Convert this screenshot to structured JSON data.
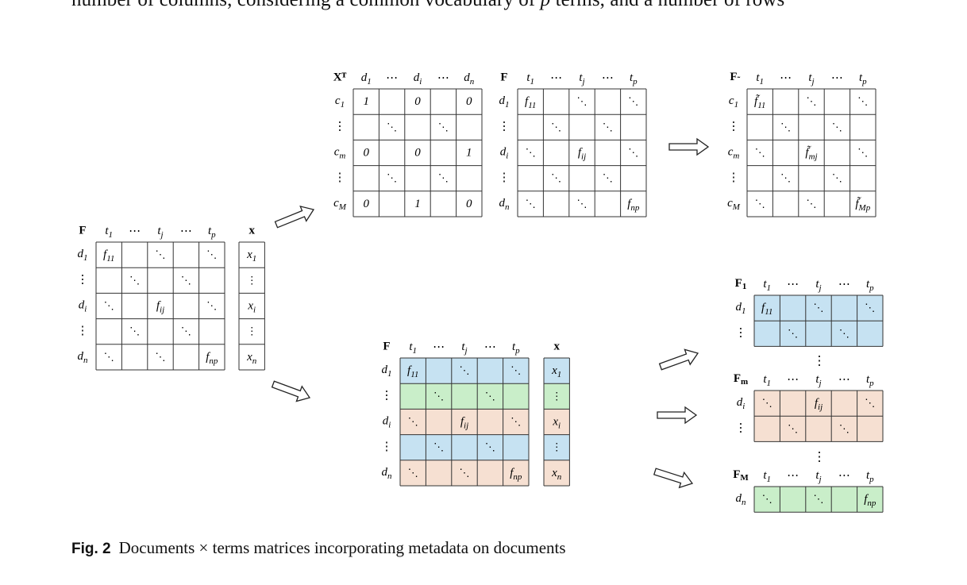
{
  "intro": {
    "before": "number of columns, considering a common vocabulary of ",
    "var": "p",
    "after": " terms, and a number of rows"
  },
  "caption": {
    "label": "Fig. 2",
    "text": "Documents × terms matrices incorporating metadata on documents"
  },
  "colors": {
    "blue": "#c6e2f2",
    "green": "#c9eec9",
    "peach": "#f6e0d2",
    "line": "#333333"
  },
  "figure": {
    "matrices": [
      {
        "id": "F-left",
        "name": "F",
        "cols": [
          "t1",
          "⋯",
          "tj",
          "⋯",
          "tp"
        ],
        "rows": [
          "d1",
          "⋮",
          "di",
          "⋮",
          "dn"
        ],
        "cells": [
          [
            "f11",
            "",
            "⋱",
            "",
            "⋱"
          ],
          [
            "",
            "⋱",
            "",
            "⋱",
            ""
          ],
          [
            "⋱",
            "",
            "fij",
            "",
            "⋱"
          ],
          [
            "",
            "⋱",
            "",
            "⋱",
            ""
          ],
          [
            "⋱",
            "",
            "⋱",
            "",
            "fnp"
          ]
        ]
      },
      {
        "id": "x-left",
        "name": "x",
        "cols": [],
        "rows": [],
        "cells": [
          [
            "x1"
          ],
          [
            "⋮"
          ],
          [
            "xi"
          ],
          [
            "⋮"
          ],
          [
            "xn"
          ]
        ]
      },
      {
        "id": "XT",
        "name": "Xᵀ",
        "cols": [
          "d1",
          "⋯",
          "di",
          "⋯",
          "dn"
        ],
        "rows": [
          "c1",
          "⋮",
          "cm",
          "⋮",
          "cM"
        ],
        "cells": [
          [
            "1",
            "",
            "0",
            "",
            "0"
          ],
          [
            "",
            "⋱",
            "",
            "⋱",
            ""
          ],
          [
            "0",
            "",
            "0",
            "",
            "1"
          ],
          [
            "",
            "⋱",
            "",
            "⋱",
            ""
          ],
          [
            "0",
            "",
            "1",
            "",
            "0"
          ]
        ]
      },
      {
        "id": "F-top",
        "name": "F",
        "cols": [
          "t1",
          "⋯",
          "tj",
          "⋯",
          "tp"
        ],
        "rows": [
          "d1",
          "⋮",
          "di",
          "⋮",
          "dn"
        ],
        "cells": [
          [
            "f11",
            "",
            "⋱",
            "",
            "⋱"
          ],
          [
            "",
            "⋱",
            "",
            "⋱",
            ""
          ],
          [
            "⋱",
            "",
            "fij",
            "",
            "⋱"
          ],
          [
            "",
            "⋱",
            "",
            "⋱",
            ""
          ],
          [
            "⋱",
            "",
            "⋱",
            "",
            "fnp"
          ]
        ]
      },
      {
        "id": "Ftilde",
        "name": "F̃",
        "cols": [
          "t1",
          "⋯",
          "tj",
          "⋯",
          "tp"
        ],
        "rows": [
          "c1",
          "⋮",
          "cm",
          "⋮",
          "cM"
        ],
        "cells": [
          [
            "f̃11",
            "",
            "⋱",
            "",
            "⋱"
          ],
          [
            "",
            "⋱",
            "",
            "⋱",
            ""
          ],
          [
            "⋱",
            "",
            "f̃mj",
            "",
            "⋱"
          ],
          [
            "",
            "⋱",
            "",
            "⋱",
            ""
          ],
          [
            "⋱",
            "",
            "⋱",
            "",
            "f̃Mp"
          ]
        ]
      },
      {
        "id": "F-mid",
        "name": "F",
        "cols": [
          "t1",
          "⋯",
          "tj",
          "⋯",
          "tp"
        ],
        "rows": [
          "d1",
          "⋮",
          "di",
          "⋮",
          "dn"
        ],
        "rowColors": [
          "blue",
          "green",
          "peach",
          "blue",
          "peach"
        ],
        "cells": [
          [
            "f11",
            "",
            "⋱",
            "",
            "⋱"
          ],
          [
            "",
            "⋱",
            "",
            "⋱",
            ""
          ],
          [
            "⋱",
            "",
            "fij",
            "",
            "⋱"
          ],
          [
            "",
            "⋱",
            "",
            "⋱",
            ""
          ],
          [
            "⋱",
            "",
            "⋱",
            "",
            "fnp"
          ]
        ]
      },
      {
        "id": "x-mid",
        "name": "x",
        "cols": [],
        "rows": [],
        "rowColors": [
          "blue",
          "green",
          "peach",
          "blue",
          "peach"
        ],
        "cells": [
          [
            "x1"
          ],
          [
            "⋮"
          ],
          [
            "xi"
          ],
          [
            "⋮"
          ],
          [
            "xn"
          ]
        ]
      },
      {
        "id": "F1",
        "name": "F1",
        "cols": [
          "t1",
          "⋯",
          "tj",
          "⋯",
          "tp"
        ],
        "rows": [
          "d1",
          "⋮"
        ],
        "rowColors": [
          "blue",
          "blue"
        ],
        "cells": [
          [
            "f11",
            "",
            "⋱",
            "",
            "⋱"
          ],
          [
            "",
            "⋱",
            "",
            "⋱",
            ""
          ]
        ]
      },
      {
        "id": "Fm",
        "name": "Fm",
        "cols": [
          "t1",
          "⋯",
          "tj",
          "⋯",
          "tp"
        ],
        "rows": [
          "di",
          "⋮"
        ],
        "rowColors": [
          "peach",
          "peach"
        ],
        "cells": [
          [
            "⋱",
            "",
            "fij",
            "",
            "⋱"
          ],
          [
            "",
            "⋱",
            "",
            "⋱",
            ""
          ]
        ]
      },
      {
        "id": "FM",
        "name": "FM",
        "cols": [
          "t1",
          "⋯",
          "tj",
          "⋯",
          "tp"
        ],
        "rows": [
          "dn"
        ],
        "rowColors": [
          "green"
        ],
        "cells": [
          [
            "⋱",
            "",
            "⋱",
            "",
            "fnp"
          ]
        ]
      }
    ],
    "between_dots": [
      "⋮",
      "⋮"
    ]
  }
}
